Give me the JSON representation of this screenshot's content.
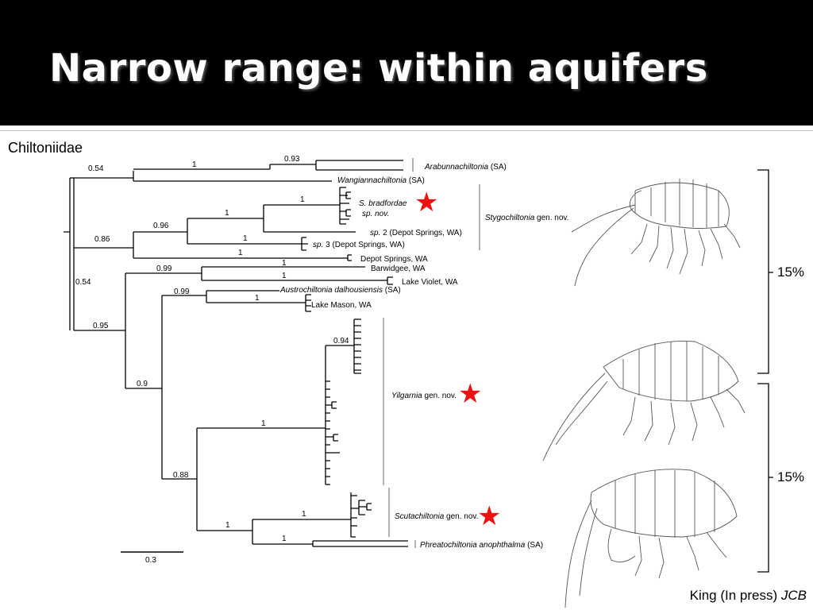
{
  "slide": {
    "title": "Narrow range: within aquifers",
    "family_label": "Chiltoniidae",
    "citation_text": "King (In press) ",
    "citation_journal": "JCB"
  },
  "tree": {
    "branch_support": {
      "b054_top": "0.54",
      "b1_top": "1",
      "b093": "0.93",
      "b086": "0.86",
      "b096": "0.96",
      "b1_stygo": "1",
      "b1_bradfordae": "1",
      "b1_sp3": "1",
      "b1_depot": "1",
      "b054_mid": "0.54",
      "b099_a": "0.99",
      "b1_barwidgee": "1",
      "b1_violet": "1",
      "b099_b": "0.99",
      "b1_mason": "1",
      "b095": "0.95",
      "b09": "0.9",
      "b094": "0.94",
      "b1_yilgarnia": "1",
      "b088": "0.88",
      "b1_scuta_parent": "1",
      "b1_scuta": "1",
      "b1_phreato": "1"
    },
    "taxa": {
      "arabunna": "Arabunnachiltonia",
      "arabunna_loc": " (SA)",
      "wangianna": "Wangiannachiltonia",
      "wangianna_loc": " (SA)",
      "bradfordae": "S. bradfordae",
      "spnov": "sp. nov.",
      "sp2": "sp.",
      "sp2_rest": " 2 (Depot Springs, WA)",
      "sp3": "sp.",
      "sp3_rest": " 3 (Depot Springs, WA)",
      "depot": "Depot Springs, WA",
      "barwidgee": "Barwidgee, WA",
      "violet": "Lake Violet, WA",
      "austro": "Austrochiltonia dalhousiensis",
      "austro_loc": " (SA)",
      "mason": "Lake Mason, WA",
      "phreato": "Phreatochiltonia anophthalma",
      "phreato_loc": " (SA)"
    },
    "clades": {
      "stygo": "Stygochiltonia",
      "stygo_rest": " gen. nov.",
      "yilgarnia": "Yilgarnia",
      "yilgarnia_rest": " gen. nov.",
      "scuta": "Scutachiltonia",
      "scuta_rest": " gen. nov."
    },
    "scale_bar_label": "0.3"
  },
  "annotations": {
    "star_glyph": "★",
    "star_color": "#ee1111",
    "bracket_upper_label": "15%",
    "bracket_lower_label": "15%"
  }
}
